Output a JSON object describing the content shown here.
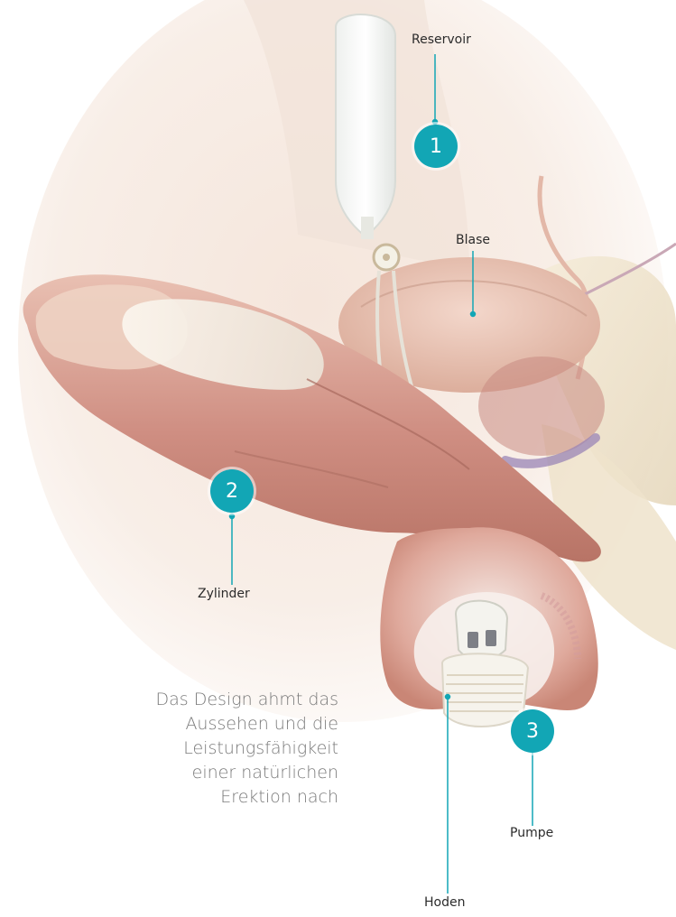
{
  "labels": {
    "reservoir": "Reservoir",
    "blase": "Blase",
    "zylinder": "Zylinder",
    "pumpe": "Pumpe",
    "hoden": "Hoden"
  },
  "badges": {
    "one": "1",
    "two": "2",
    "three": "3"
  },
  "caption": {
    "lines": [
      "Das Design ahmt das",
      "Aussehen und die",
      "Leistungsfähigkeit",
      "einer natürlichen",
      "Erektion nach"
    ]
  },
  "colors": {
    "badge": "#12a6b5",
    "leader": "#12a6b5",
    "text": "#2b2b2b",
    "caption": "#7a7a7a"
  }
}
